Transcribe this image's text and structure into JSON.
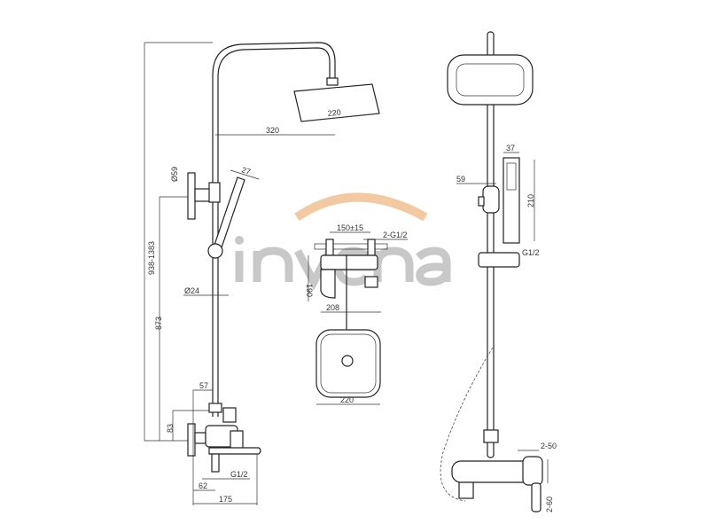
{
  "watermark": {
    "text": "invena",
    "arc_color": "#f2c9a0",
    "text_color": "#c8c8c8"
  },
  "left_view": {
    "overall_height": "938-1383",
    "outlet_height": "873",
    "mixer_offset": "83",
    "arm_reach": "320",
    "head_size": "220",
    "hand_shower_diameter": "27",
    "flange_diameter": "Ø59",
    "pipe_diameter": "Ø24",
    "mixer_depth": "57",
    "spout_offset": "62",
    "inlet_thread": "G1/2",
    "spout_length": "175"
  },
  "middle_view": {
    "inlet_spacing": "150±15",
    "inlet_threads": "2-G1/2",
    "mixer_height": "190",
    "mixer_width": "208",
    "head_width": "220"
  },
  "right_view": {
    "hand_shower_width": "37",
    "hand_shower_length": "210",
    "bracket_offset": "59",
    "hose_thread": "G1/2",
    "escutcheon_depth": "2-50",
    "escutcheon_height": "2-60"
  }
}
